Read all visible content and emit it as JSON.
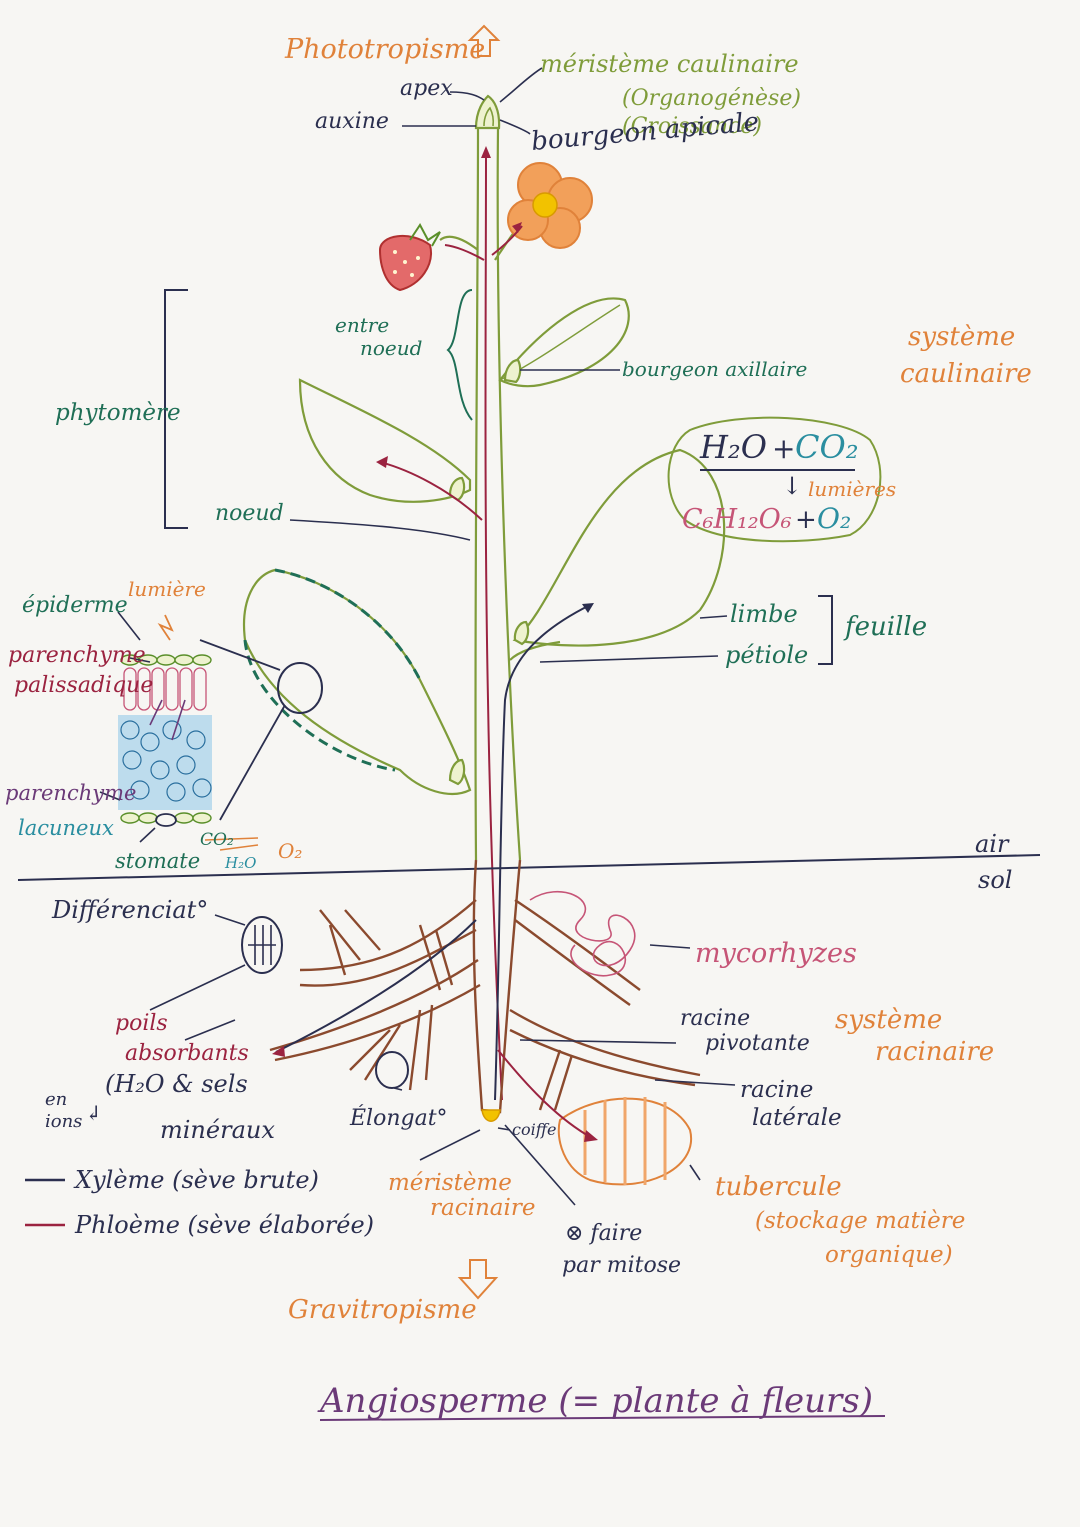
{
  "title": "Angiosperme (= plante à fleurs)",
  "colors": {
    "paper": "#f7f6f3",
    "stem": "#7f9c3a",
    "root": "#8b4a2e",
    "xylem": "#2b2f4f",
    "phloem": "#9b2340",
    "orange": "#e0823a",
    "green_dark": "#1f6f56",
    "teal": "#2a8ea0",
    "purple": "#6b3a78",
    "pink": "#c65577",
    "red": "#c23b3b",
    "yellow": "#f2c200"
  },
  "stem_labels": {
    "phototropisme": "Phototropisme",
    "apex": "apex",
    "auxine": "auxine",
    "meristeme_caulinaire": "méristème caulinaire",
    "organogenese": "(Organogénèse)",
    "croissance": "(Croissance)",
    "bourgeon_apical": "bourgeon apicale",
    "entre_noeud_1": "entre",
    "entre_noeud_2": "noeud",
    "bourgeon_axillaire": "bourgeon axillaire",
    "systeme_caulinaire_1": "système",
    "systeme_caulinaire_2": "caulinaire",
    "phytomere": "phytomère",
    "noeud": "noeud",
    "limbe": "limbe",
    "petiole": "pétiole",
    "feuille": "feuille"
  },
  "photosynthesis": {
    "reactant_h2o": "H₂O",
    "plus1": "+",
    "reactant_co2": "CO₂",
    "arrow": "↓",
    "lumieres": "lumières",
    "product_glucose": "C₆H₁₂O₆",
    "plus2": "+",
    "product_o2": "O₂"
  },
  "leaf_section": {
    "epiderme": "épiderme",
    "lumiere": "lumière",
    "parenchyme_palissadique_1": "parenchyme",
    "parenchyme_palissadique_2": "palissadique",
    "parenchyme_lacuneux_1": "parenchyme",
    "parenchyme_lacuneux_2": "lacuneux",
    "stomate": "stomate",
    "co2": "CO₂",
    "o2": "O₂",
    "h2o": "H₂O"
  },
  "ground": {
    "air": "air",
    "sol": "sol"
  },
  "root_labels": {
    "differenciation": "Différenciat°",
    "mycorhyzes": "mycorhyzes",
    "racine_pivotante_1": "racine",
    "racine_pivotante_2": "pivotante",
    "systeme_racinaire_1": "système",
    "systeme_racinaire_2": "racinaire",
    "racine_laterale_1": "racine",
    "racine_laterale_2": "latérale",
    "poils_absorbants_1": "poils",
    "poils_absorbants_2": "absorbants",
    "h2o_sels": "(H₂O & sels",
    "mineraux": "minéraux",
    "en_ions_1": "en",
    "en_ions_2": "ions",
    "elongation": "Élongat°",
    "coiffe": "coiffe",
    "meristeme_racinaire_1": "méristème",
    "meristeme_racinaire_2": "racinaire",
    "mitose_1": "⊗ faire",
    "mitose_2": "par mitose",
    "tubercule": "tubercule",
    "stockage_1": "(stockage matière",
    "stockage_2": "organique)",
    "gravitropisme": "Gravitropisme"
  },
  "legend": {
    "xylem": "Xylème (sève brute)",
    "phloem": "Phloème (sève élaborée)"
  }
}
